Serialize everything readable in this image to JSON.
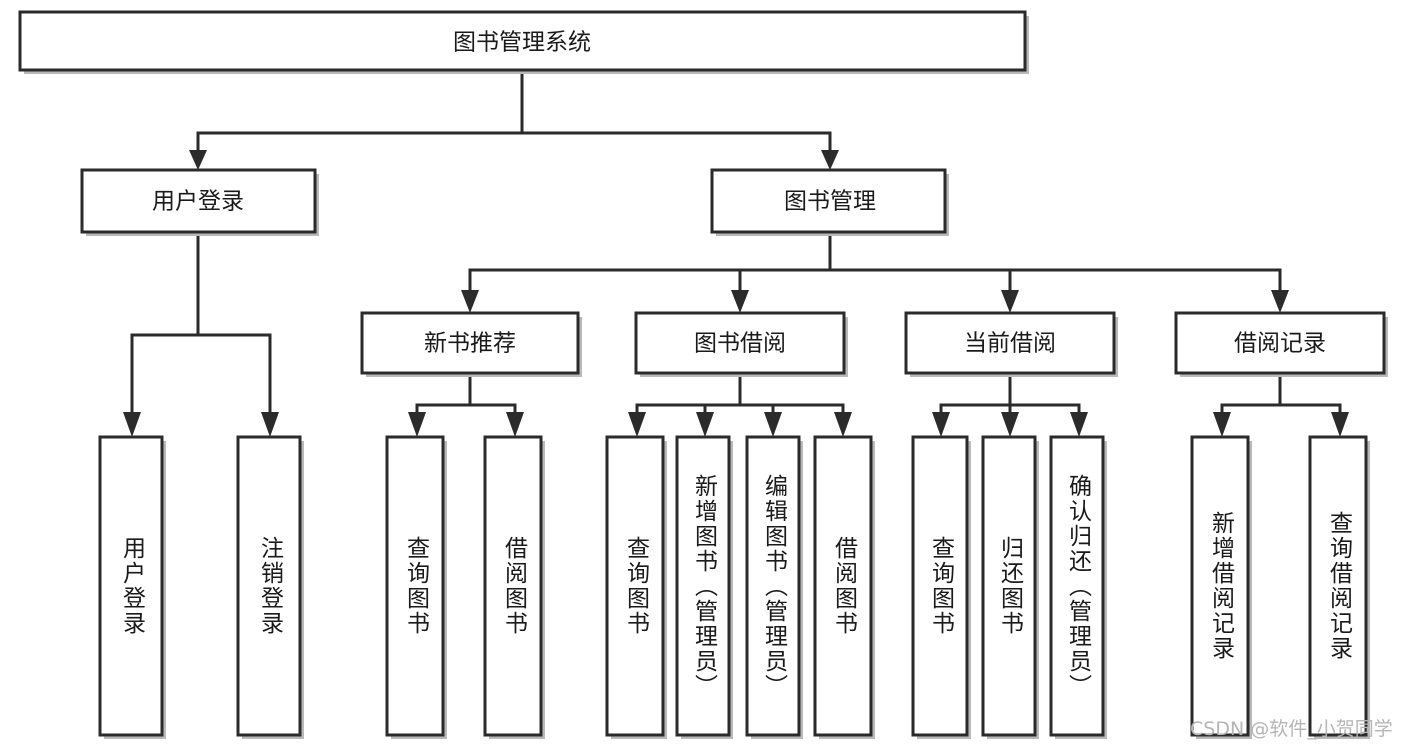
{
  "diagram": {
    "title": "图书管理系统",
    "root": {
      "label": "图书管理系统"
    },
    "level2": [
      {
        "label": "用户登录"
      },
      {
        "label": "图书管理"
      }
    ],
    "level3": [
      {
        "label": "新书推荐"
      },
      {
        "label": "图书借阅"
      },
      {
        "label": "当前借阅"
      },
      {
        "label": "借阅记录"
      }
    ],
    "leaves": {
      "user_login": [
        {
          "label": "用户登录"
        },
        {
          "label": "注销登录"
        }
      ],
      "new_book_recommend": [
        {
          "label": "查询图书"
        },
        {
          "label": "借阅图书"
        }
      ],
      "book_borrow": [
        {
          "label": "查询图书"
        },
        {
          "label": "新增图书（管理员）"
        },
        {
          "label": "编辑图书（管理员）"
        },
        {
          "label": "借阅图书"
        }
      ],
      "current_borrow": [
        {
          "label": "查询图书"
        },
        {
          "label": "归还图书"
        },
        {
          "label": "确认归还（管理员）"
        }
      ],
      "borrow_record": [
        {
          "label": "新增借阅记录"
        },
        {
          "label": "查询借阅记录"
        }
      ]
    },
    "watermark": "CSDN @软件_小贺同学",
    "colors": {
      "stroke": "#2b2b2b",
      "fill": "#ffffff",
      "text": "#1a1a1a",
      "watermark": "#b5b5b5",
      "background": "#ffffff"
    }
  }
}
